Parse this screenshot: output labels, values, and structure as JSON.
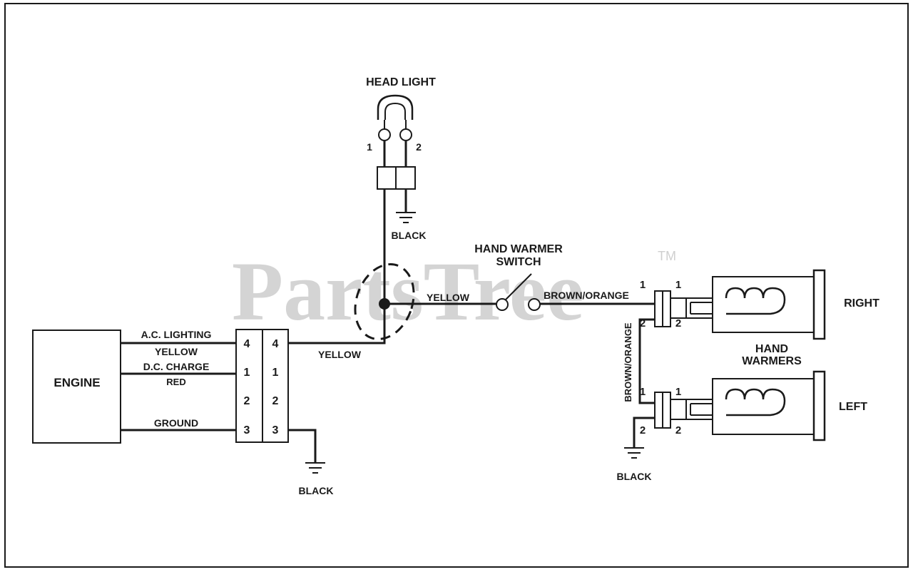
{
  "watermark": {
    "text": "PartsTree",
    "tm": "TM"
  },
  "engine": {
    "label": "ENGINE"
  },
  "engine_wires": {
    "ac_lighting": "A.C. LIGHTING",
    "yellow": "YELLOW",
    "dc_charge": "D.C. CHARGE",
    "red": "RED",
    "ground": "GROUND"
  },
  "connector": {
    "left_pins": [
      "4",
      "1",
      "2",
      "3"
    ],
    "right_pins": [
      "4",
      "1",
      "2",
      "3"
    ]
  },
  "ground_labels": {
    "engine": "BLACK",
    "headlight": "BLACK",
    "warmers": "BLACK"
  },
  "headlight": {
    "label": "HEAD LIGHT",
    "pin1": "1",
    "pin2": "2"
  },
  "wires": {
    "yellow_main": "YELLOW",
    "yellow_switch": "YELLOW",
    "brown_orange_h": "BROWN/ORANGE",
    "brown_orange_v": "BROWN/ORANGE"
  },
  "switch": {
    "line1": "HAND WARMER",
    "line2": "SWITCH"
  },
  "warmers": {
    "line1": "HAND",
    "line2": "WARMERS",
    "right": "RIGHT",
    "left": "LEFT",
    "right_conn": {
      "in1": "1",
      "in2": "2",
      "out1": "1",
      "out2": "2"
    },
    "left_conn": {
      "in1": "1",
      "in2": "2",
      "out1": "1",
      "out2": "2"
    }
  }
}
